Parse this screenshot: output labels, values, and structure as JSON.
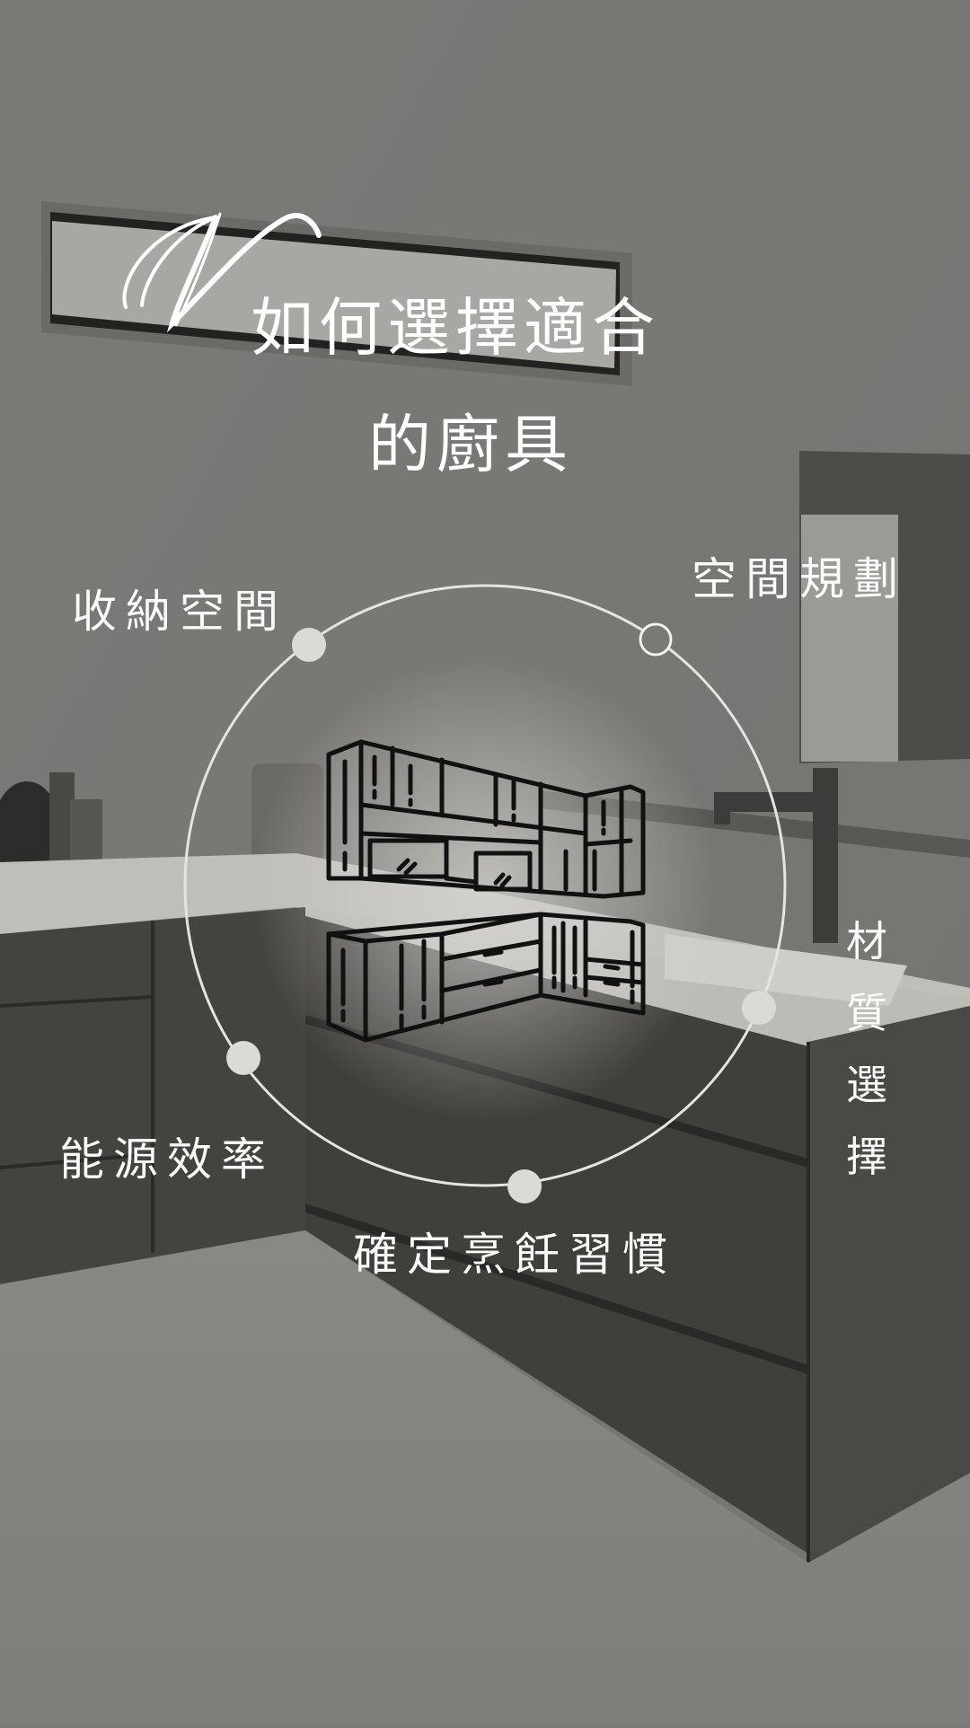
{
  "poster": {
    "monogram": "V",
    "title_line1": "如何選擇適合",
    "title_line2": "的廚具",
    "center_icon": "kitchen-cabinets-icon"
  },
  "topics": {
    "storage": "收納空間",
    "space_planning": "空間規劃",
    "material_chars": [
      "材",
      "質",
      "選",
      "擇"
    ],
    "energy": "能源效率",
    "cooking_habits": "確定烹飪習慣"
  },
  "colors": {
    "wall": "#7b7976",
    "counter": "#bdbbb6",
    "cabinet_dark": "#3b3a37",
    "floor": "#86847f",
    "text": "#ffffff",
    "dot": "#dcdad5",
    "ring": "#e6e4df"
  }
}
